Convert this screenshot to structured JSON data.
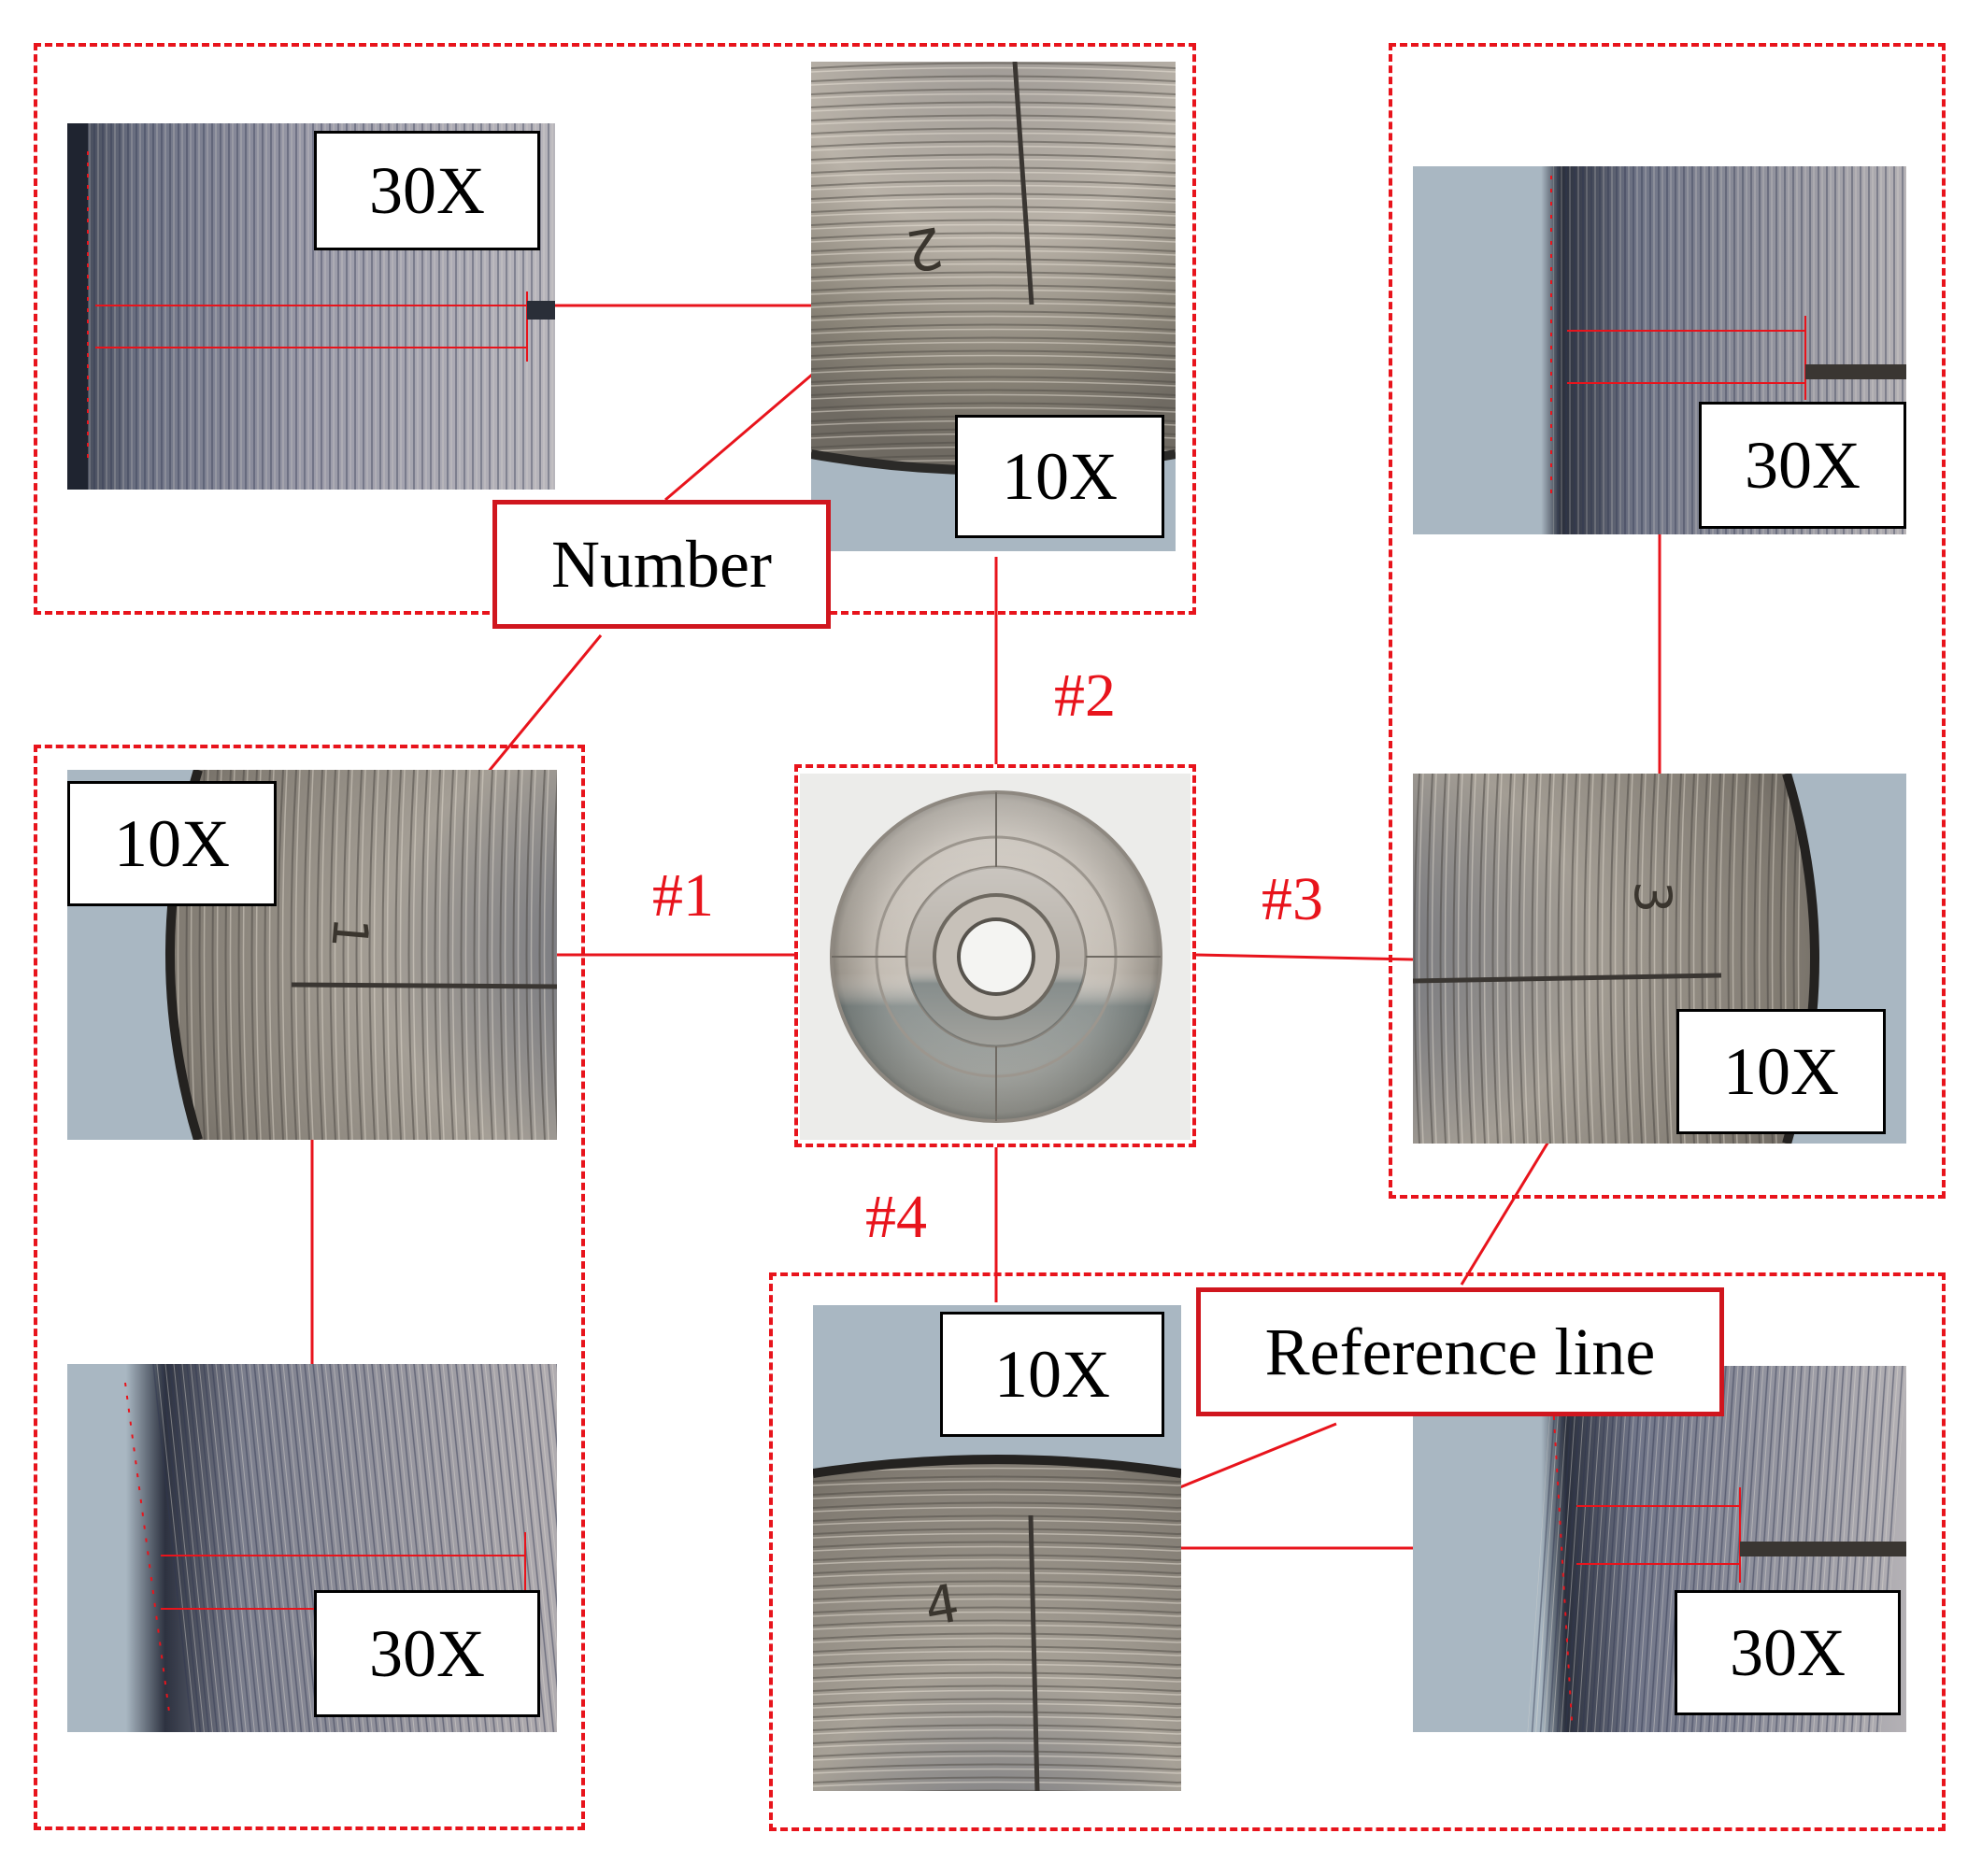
{
  "magnifications": {
    "low": "10X",
    "high": "30X"
  },
  "positions": {
    "p1": "#1",
    "p2": "#2",
    "p3": "#3",
    "p4": "#4"
  },
  "callouts": {
    "number": "Number",
    "reference_line": "Reference line"
  },
  "colors": {
    "accent_red": "#e8141c",
    "callout_border": "#d0161e",
    "label_border": "#000000",
    "metal_light": "#c9c6c4",
    "metal_dark": "#5b6476",
    "background_blue_gray": "#a9b7c2"
  }
}
